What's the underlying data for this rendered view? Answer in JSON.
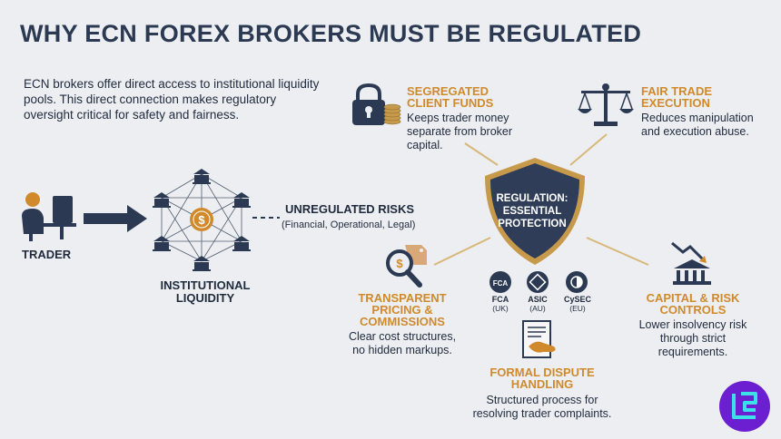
{
  "title": "WHY ECN FOREX BROKERS MUST BE REGULATED",
  "intro": "ECN brokers offer direct access to institutional liquidity pools. This direct connection makes regulatory oversight critical for safety and fairness.",
  "trader": {
    "label": "TRADER"
  },
  "liquidity": {
    "line1": "INSTITUTIONAL",
    "line2": "LIQUIDITY"
  },
  "risks": {
    "title": "UNREGULATED RISKS",
    "sub": "(Financial, Operational, Legal)"
  },
  "shield": {
    "line1": "REGULATION:",
    "line2": "ESSENTIAL",
    "line3": "PROTECTION"
  },
  "benefits": {
    "segregated": {
      "title1": "SEGREGATED",
      "title2": "CLIENT FUNDS",
      "desc1": "Keeps trader money",
      "desc2": "separate from broker",
      "desc3": "capital."
    },
    "fair": {
      "title1": "FAIR TRADE",
      "title2": "EXECUTION",
      "desc1": "Reduces manipulation",
      "desc2": "and execution abuse."
    },
    "transparent": {
      "title1": "TRANSPARENT",
      "title2": "PRICING &",
      "title3": "COMMISSIONS",
      "desc1": "Clear cost structures,",
      "desc2": "no hidden markups."
    },
    "capital": {
      "title1": "CAPITAL & RISK",
      "title2": "CONTROLS",
      "desc1": "Lower insolvency risk",
      "desc2": "through strict",
      "desc3": "requirements."
    },
    "dispute": {
      "title1": "FORMAL DISPUTE",
      "title2": "HANDLING",
      "desc1": "Structured process for",
      "desc2": "resolving trader complaints."
    }
  },
  "regulators": [
    {
      "logo": "FCA",
      "name": "FCA",
      "region": "(UK)"
    },
    {
      "logo": "◇",
      "name": "ASIC",
      "region": "(AU)"
    },
    {
      "logo": "◐",
      "name": "CySEC",
      "region": "(EU)"
    }
  ],
  "colors": {
    "navy": "#2b3a52",
    "accent": "#d08a2c",
    "badge": "#6c1fd1"
  }
}
